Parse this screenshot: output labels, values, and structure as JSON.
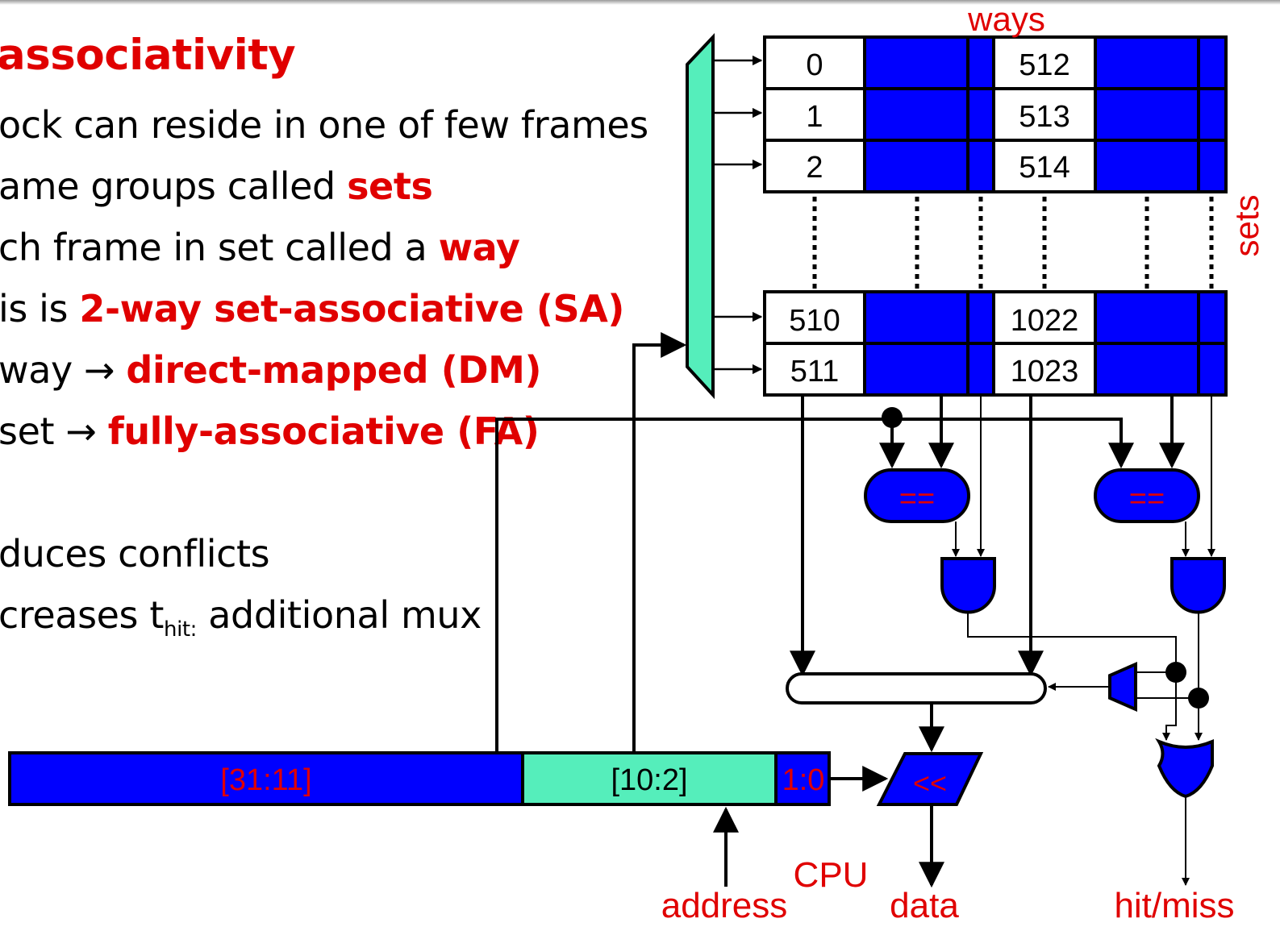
{
  "slide": {
    "title": "associativity",
    "bullets": [
      {
        "pre": "ock can reside in one of few frames",
        "hl": "",
        "post": ""
      },
      {
        "pre": "ame groups called ",
        "hl": "sets",
        "post": ""
      },
      {
        "pre": "ch frame in set called a ",
        "hl": "way",
        "post": ""
      },
      {
        "pre": "is is ",
        "hl": "2-way set-associative (SA)",
        "post": ""
      },
      {
        "pre": "way → ",
        "hl": "direct-mapped (DM)",
        "post": ""
      },
      {
        "pre": "set → ",
        "hl": "fully-associative (FA)",
        "post": ""
      }
    ],
    "notes": [
      {
        "pre": "duces conflicts",
        "sub": "",
        "post": ""
      },
      {
        "pre": "creases t",
        "sub": "hit:",
        "post": " additional mux"
      }
    ]
  },
  "diagram": {
    "ways_label": "ways",
    "sets_label": "sets",
    "rows_top": [
      {
        "way0": "0",
        "way1": "512"
      },
      {
        "way0": "1",
        "way1": "513"
      },
      {
        "way0": "2",
        "way1": "514"
      }
    ],
    "rows_bottom": [
      {
        "way0": "510",
        "way1": "1022"
      },
      {
        "way0": "511",
        "way1": "1023"
      }
    ],
    "comparator_label": "==",
    "shift_label": "<<",
    "address_fields": {
      "tag": "[31:11]",
      "index": "[10:2]",
      "offset": "1:0"
    },
    "labels": {
      "cpu": "CPU",
      "address": "address",
      "data": "data",
      "hit_miss": "hit/miss"
    },
    "colors": {
      "blue": "#0000ff",
      "teal": "#55eebb",
      "red": "#e00000",
      "ink": "#000000"
    }
  }
}
